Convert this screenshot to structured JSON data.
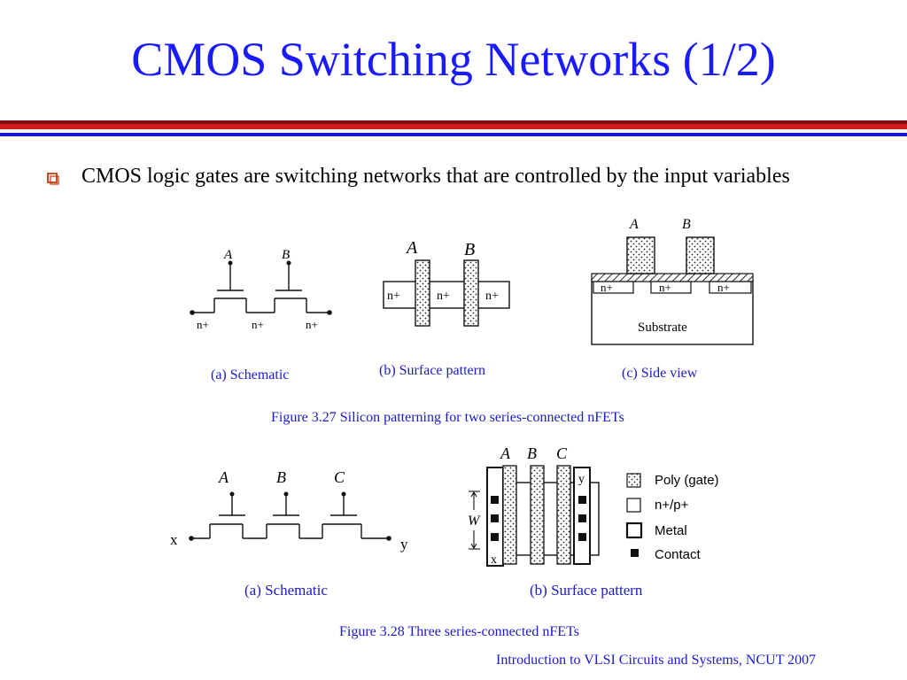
{
  "slide": {
    "title": "CMOS Switching Networks (1/2)",
    "bullet": "CMOS logic gates are switching networks that are controlled by the input variables",
    "footer": "Introduction to VLSI Circuits and Systems, NCUT  2007"
  },
  "colors": {
    "title": "#1a1aff",
    "caption": "#1a1acc",
    "rule_dark": "#7a1010",
    "rule_red": "#d21a1a",
    "rule_blue": "#1a1acc"
  },
  "figure_327": {
    "caption": "Figure 3.27 Silicon patterning for two series-connected nFETs",
    "sub_a": "(a) Schematic",
    "sub_b": "(b) Surface pattern",
    "sub_c": "(c) Side view",
    "schematic": {
      "gate_a": "A",
      "gate_b": "B",
      "n1": "n+",
      "n2": "n+",
      "n3": "n+"
    },
    "surface": {
      "gate_a": "A",
      "gate_b": "B",
      "n1": "n+",
      "n2": "n+",
      "n3": "n+"
    },
    "side": {
      "gate_a": "A",
      "gate_b": "B",
      "n1": "n+",
      "n2": "n+",
      "n3": "n+",
      "substrate": "Substrate"
    }
  },
  "figure_328": {
    "caption": "Figure 3.28 Three series-connected nFETs",
    "sub_a": "(a) Schematic",
    "sub_b": "(b) Surface pattern",
    "schematic": {
      "gate_a": "A",
      "gate_b": "B",
      "gate_c": "C",
      "left": "x",
      "right": "y"
    },
    "surface": {
      "gate_a": "A",
      "gate_b": "B",
      "gate_c": "C",
      "width": "W",
      "left": "x",
      "right": "y"
    },
    "legend": {
      "poly": "Poly (gate)",
      "diff": "n+/p+",
      "metal": "Metal",
      "contact": "Contact"
    }
  }
}
